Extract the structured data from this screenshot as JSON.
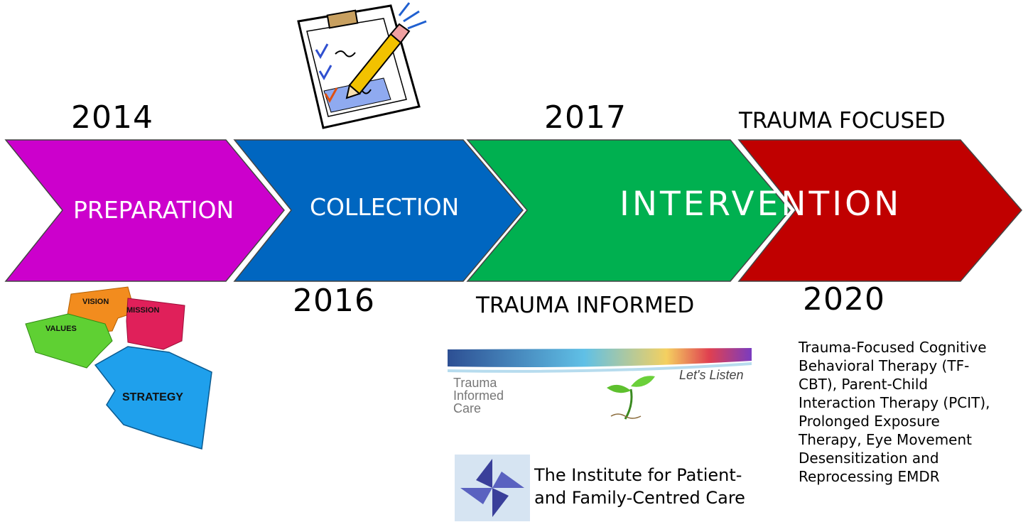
{
  "timeline": {
    "years": {
      "y2014": "2014",
      "y2016": "2016",
      "y2017": "2017",
      "y2020": "2020"
    },
    "phases": {
      "trauma_focused": "TRAUMA FOCUSED",
      "trauma_informed": "TRAUMA INFORMED"
    },
    "stages": [
      {
        "label": "PREPARATION",
        "color": "#cc00cc"
      },
      {
        "label": "COLLECTION",
        "color": "#0066c0"
      },
      {
        "label": "INTERVENTION",
        "color": "#00b050"
      },
      {
        "label": "",
        "color": "#c00000"
      }
    ]
  },
  "puzzle": {
    "vision": "VISION",
    "mission": "MISSION",
    "values": "VALUES",
    "strategy": "STRATEGY"
  },
  "tic_logo": {
    "line1": "Trauma",
    "line2": "Informed",
    "line3": "Care",
    "tagline": "Let's Listen"
  },
  "institute": {
    "line1": "The Institute for Patient-",
    "line2": "and Family-Centred Care"
  },
  "therapies": {
    "line1": "Trauma-Focused Cognitive",
    "line2": "Behavioral Therapy (TF-",
    "line3": "CBT), Parent-Child",
    "line4": "Interaction Therapy (PCIT),",
    "line5": "Prolonged Exposure",
    "line6": "Therapy, Eye Movement",
    "line7": "Desensitization and",
    "line8": "Reprocessing EMDR"
  }
}
